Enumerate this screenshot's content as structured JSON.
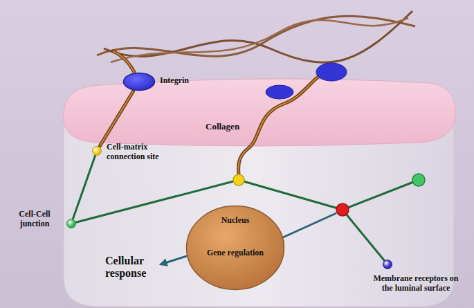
{
  "diagram": {
    "nodes": [
      {
        "text": [
          "Integrin"
        ]
      },
      {
        "text": [
          "Cell-matrix connection site"
        ]
      },
      {
        "text": [
          "Cell-Cell junction"
        ]
      },
      {
        "text": [
          "Nucleus",
          "Gene regulation"
        ]
      },
      {
        "text": [
          "Membrane receptors on the luminal surface"
        ]
      }
    ],
    "edges": [
      {
        "from": 0,
        "to": 1,
        "arrow": "none"
      },
      {
        "from": 1,
        "to": 2,
        "arrow": "none"
      }
    ],
    "labels": [
      "Collagen",
      "Cellular response"
    ]
  }
}
